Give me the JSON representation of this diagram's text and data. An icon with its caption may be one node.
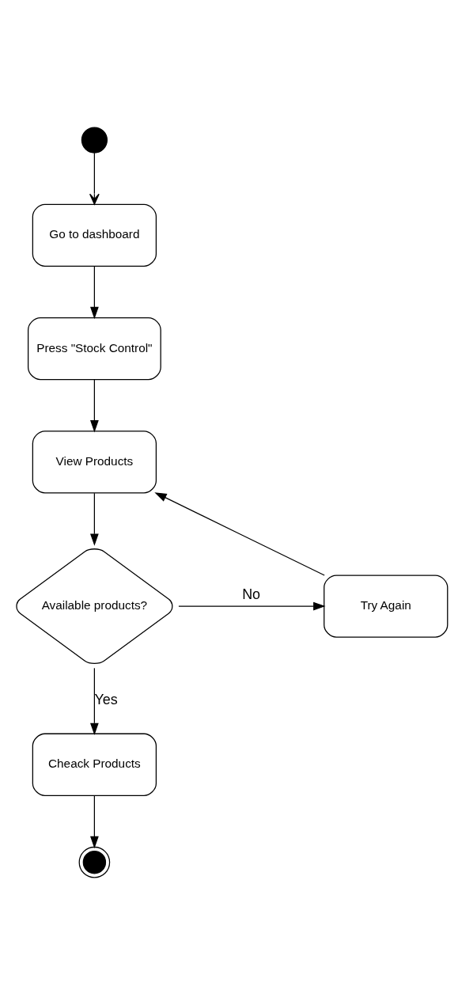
{
  "diagram": {
    "nodes": [
      {
        "text": [],
        "shape": "circle"
      },
      {
        "text": [
          "Go to dashboard"
        ]
      },
      {
        "text": [
          "Press \"Stock Control\""
        ]
      },
      {
        "text": [
          "View Products"
        ]
      },
      {
        "text": [
          "Available products?"
        ]
      },
      {
        "text": [
          "Try Again"
        ]
      },
      {
        "text": [
          "Cheack Products"
        ]
      },
      {
        "text": [],
        "shape": "circle"
      }
    ],
    "edges": [
      {
        "from": 0,
        "to": 1,
        "arrow": "to"
      },
      {
        "from": 1,
        "to": 2,
        "arrow": "to"
      },
      {
        "from": 2,
        "to": 3,
        "arrow": "to"
      },
      {
        "from": 3,
        "to": 4,
        "arrow": "to"
      },
      {
        "from": 4,
        "to": 5,
        "arrow": "to",
        "label": "No"
      },
      {
        "from": 5,
        "to": 3,
        "arrow": "to"
      },
      {
        "from": 4,
        "to": 6,
        "arrow": "to",
        "label": "Yes"
      },
      {
        "from": 6,
        "to": 7,
        "arrow": "to"
      }
    ]
  }
}
